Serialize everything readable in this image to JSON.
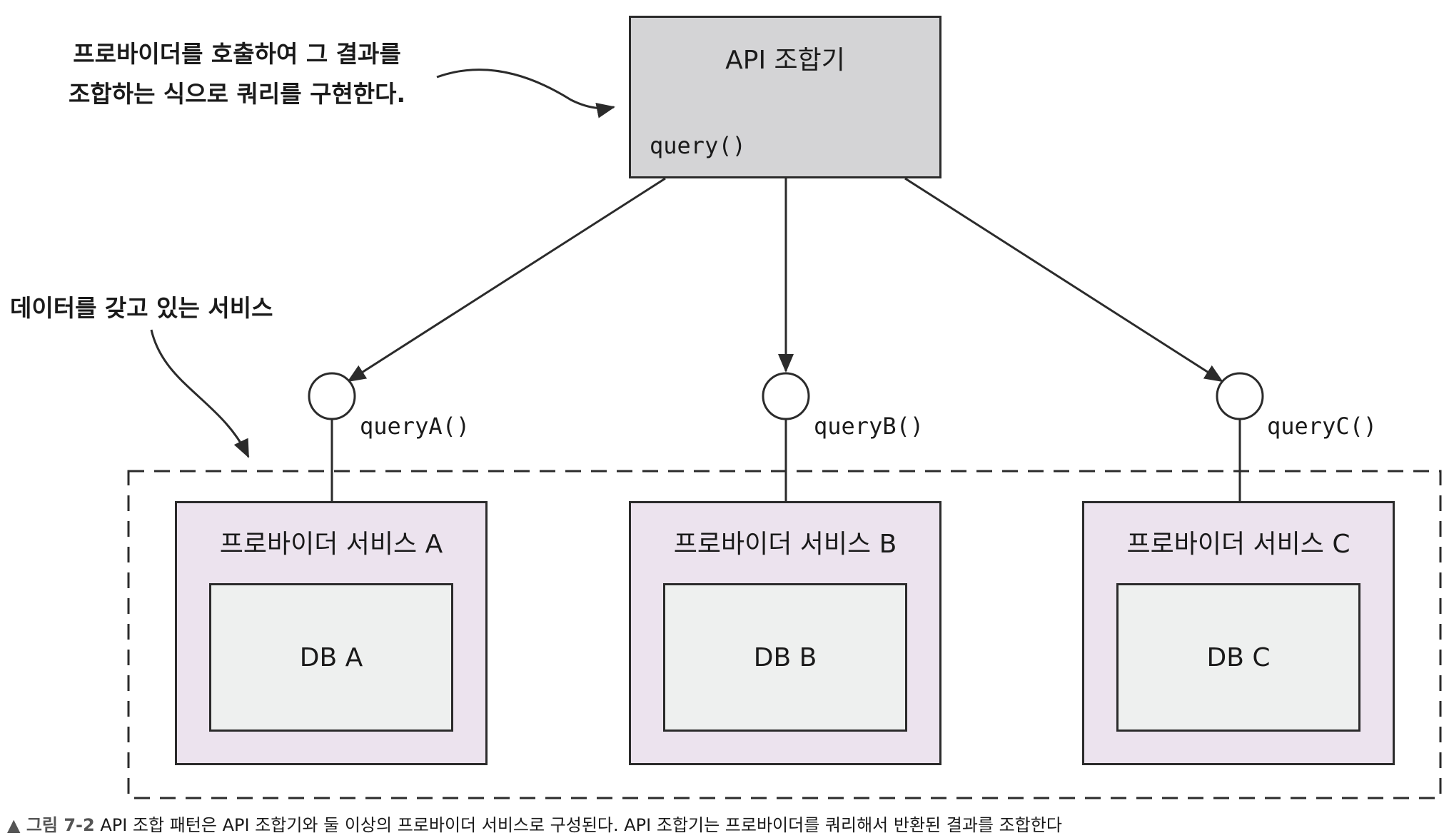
{
  "aggregator": {
    "title": "API 조합기",
    "method": "query()"
  },
  "annotations": {
    "aggregator_note_line1": "프로바이더를 호출하여 그 결과를",
    "aggregator_note_line2": "조합하는 식으로 쿼리를 구현한다.",
    "services_note": "데이터를 갖고 있는 서비스"
  },
  "services": [
    {
      "title": "프로바이더 서비스 A",
      "db": "DB A",
      "endpoint": "queryA()"
    },
    {
      "title": "프로바이더 서비스 B",
      "db": "DB B",
      "endpoint": "queryB()"
    },
    {
      "title": "프로바이더 서비스 C",
      "db": "DB C",
      "endpoint": "queryC()"
    }
  ],
  "caption": {
    "marker": "▲ 그림 7-2",
    "text": "API 조합 패턴은 API 조합기와 둘 이상의 프로바이더 서비스로 구성된다. API 조합기는 프로바이더를 쿼리해서 반환된 결과를 조합한다"
  },
  "colors": {
    "aggregator_fill": "#d4d4d6",
    "service_fill": "#ece3ee",
    "db_fill": "#eef0ef",
    "line": "#2b2b2b"
  }
}
